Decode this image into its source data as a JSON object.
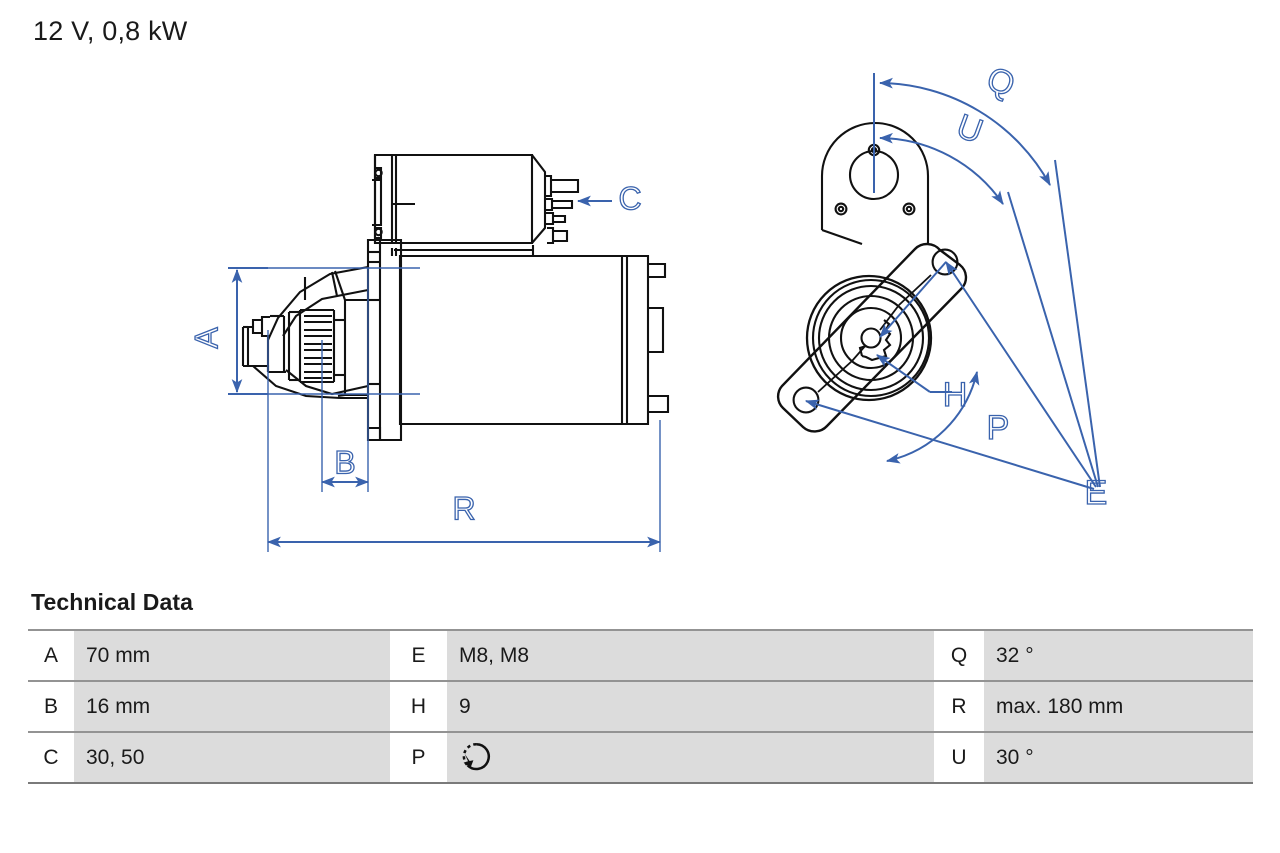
{
  "header": {
    "title": "12 V, 0,8 kW"
  },
  "drawing": {
    "side_view": {
      "name": "starter-motor-side-view",
      "dimension_labels": [
        "A",
        "B",
        "C",
        "R"
      ]
    },
    "end_view": {
      "name": "starter-motor-end-view",
      "dimension_labels": [
        "Q",
        "U",
        "H",
        "P",
        "E"
      ]
    },
    "accent_color": "#3a63ad",
    "line_color": "#111111"
  },
  "tech_data": {
    "heading": "Technical Data",
    "rows": [
      {
        "k1": "A",
        "v1": "70 mm",
        "k2": "E",
        "v2": "M8, M8",
        "k3": "Q",
        "v3": "32 °"
      },
      {
        "k1": "B",
        "v1": "16 mm",
        "k2": "H",
        "v2": "9",
        "k3": "R",
        "v3": "max. 180 mm"
      },
      {
        "k1": "C",
        "v1": "30, 50",
        "k2": "P",
        "v2": "",
        "k3": "U",
        "v3": "30 °"
      }
    ],
    "rotation_icon": "counter-clockwise-rotation-icon"
  }
}
